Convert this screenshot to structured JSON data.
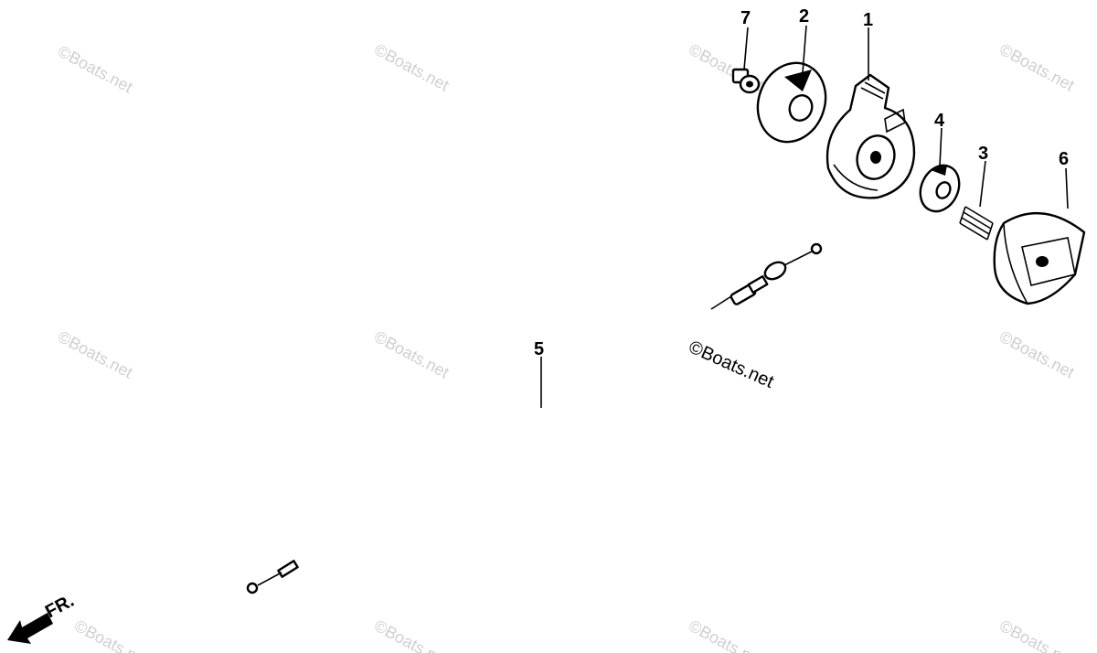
{
  "diagram": {
    "callouts": [
      "7",
      "2",
      "1",
      "4",
      "3",
      "6",
      "5"
    ],
    "watermark_text": "©Boats.net",
    "direction_label": "FR."
  },
  "colors": {
    "line": "#000000",
    "background": "#ffffff",
    "watermark": "#cfcfcf"
  }
}
